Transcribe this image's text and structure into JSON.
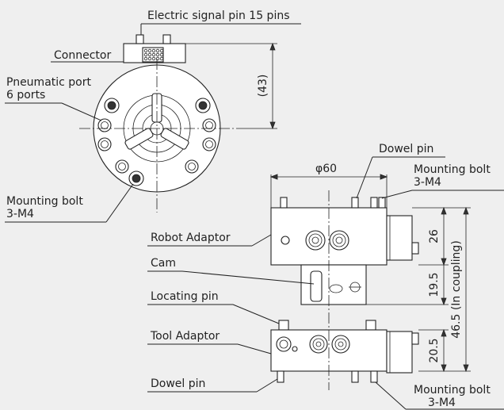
{
  "labels": {
    "electric_signal_pin": "Electric signal pin 15 pins",
    "connector": "Connector",
    "pneumatic_port_line1": "Pneumatic port",
    "pneumatic_port_line2": "6 ports",
    "mounting_bolt_left_line1": "Mounting bolt",
    "mounting_bolt_left_line2": "3-M4",
    "dowel_pin_top": "Dowel pin",
    "mounting_bolt_top_line1": "Mounting bolt",
    "mounting_bolt_top_line2": "3-M4",
    "robot_adaptor": "Robot Adaptor",
    "cam": "Cam",
    "locating_pin": "Locating pin",
    "tool_adaptor": "Tool Adaptor",
    "dowel_pin_bottom": "Dowel pin",
    "mounting_bolt_bottom_line1": "Mounting bolt",
    "mounting_bolt_bottom_line2": "3-M4"
  },
  "dimensions": {
    "height_43": "(43)",
    "diameter_60": "φ60",
    "dim_26": "26",
    "dim_19_5": "19.5",
    "dim_20_5": "20.5",
    "dim_46_5": "46.5 (In coupling)"
  }
}
